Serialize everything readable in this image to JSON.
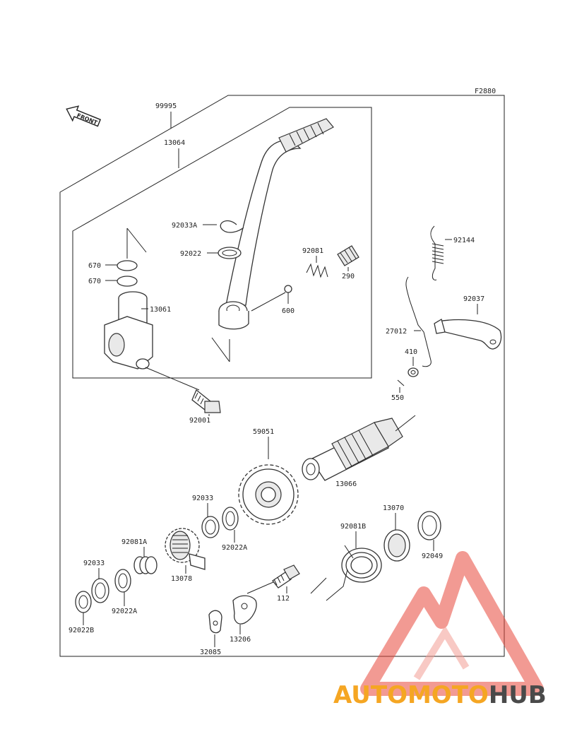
{
  "diagram": {
    "code": "F2880",
    "front_label": "FRONT",
    "assembly_outer": "99995",
    "assembly_inner": "13064",
    "labels": {
      "p92033A": "92033A",
      "p92022": "92022",
      "p92081": "92081",
      "p290": "290",
      "p600": "600",
      "p670a": "670",
      "p670b": "670",
      "p13061": "13061",
      "p92001": "92001",
      "p92144": "92144",
      "p92037": "92037",
      "p27012": "27012",
      "p410": "410",
      "p550": "550",
      "p59051": "59051",
      "p13066": "13066",
      "p92033b": "92033",
      "p92022A_a": "92022A",
      "p92081A": "92081A",
      "p13078": "13078",
      "p92033c": "92033",
      "p92022A_b": "92022A",
      "p92022B": "92022B",
      "p32085": "32085",
      "p13206": "13206",
      "p112": "112",
      "p92081B": "92081B",
      "p13070": "13070",
      "p92049": "92049"
    }
  },
  "watermark": {
    "part1": "AUTOMOTO",
    "part2": "HUB",
    "color_primary": "#f5a623",
    "color_red": "#e8473b",
    "color_dark": "#4a4a4a"
  }
}
